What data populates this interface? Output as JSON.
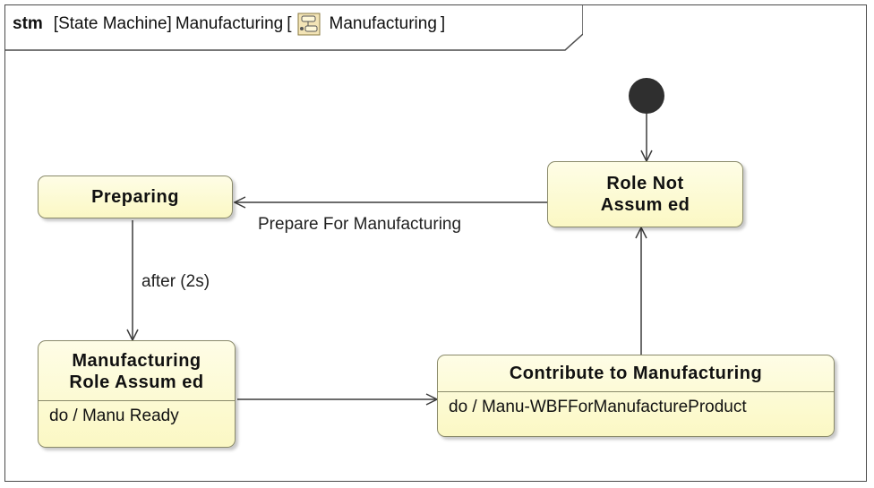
{
  "diagram": {
    "frame": {
      "keyword": "stm",
      "kind": "[State Machine]",
      "name": "Manufacturing",
      "open_bracket": "[",
      "context": "Manufacturing",
      "close_bracket": "]",
      "icon": "state-machine-icon"
    },
    "states": {
      "preparing": {
        "name": "Preparing"
      },
      "role_not_assumed": {
        "name_line1": "Role Not",
        "name_line2": "Assum ed"
      },
      "manufacturing_role_assumed": {
        "name_line1": "Manufacturing",
        "name_line2": "Role Assum ed",
        "activity": "do / Manu Ready"
      },
      "contribute": {
        "name": "Contribute to Manufacturing",
        "activity": "do / Manu-WBFForManufactureProduct"
      }
    },
    "transitions": {
      "prepare": "Prepare For Manufacturing",
      "after": "after (2s)"
    },
    "colors": {
      "state_fill_top": "#fefde6",
      "state_fill_bottom": "#fbf8c4",
      "line": "#3c3c3c",
      "initial": "#2f2f2f"
    }
  }
}
